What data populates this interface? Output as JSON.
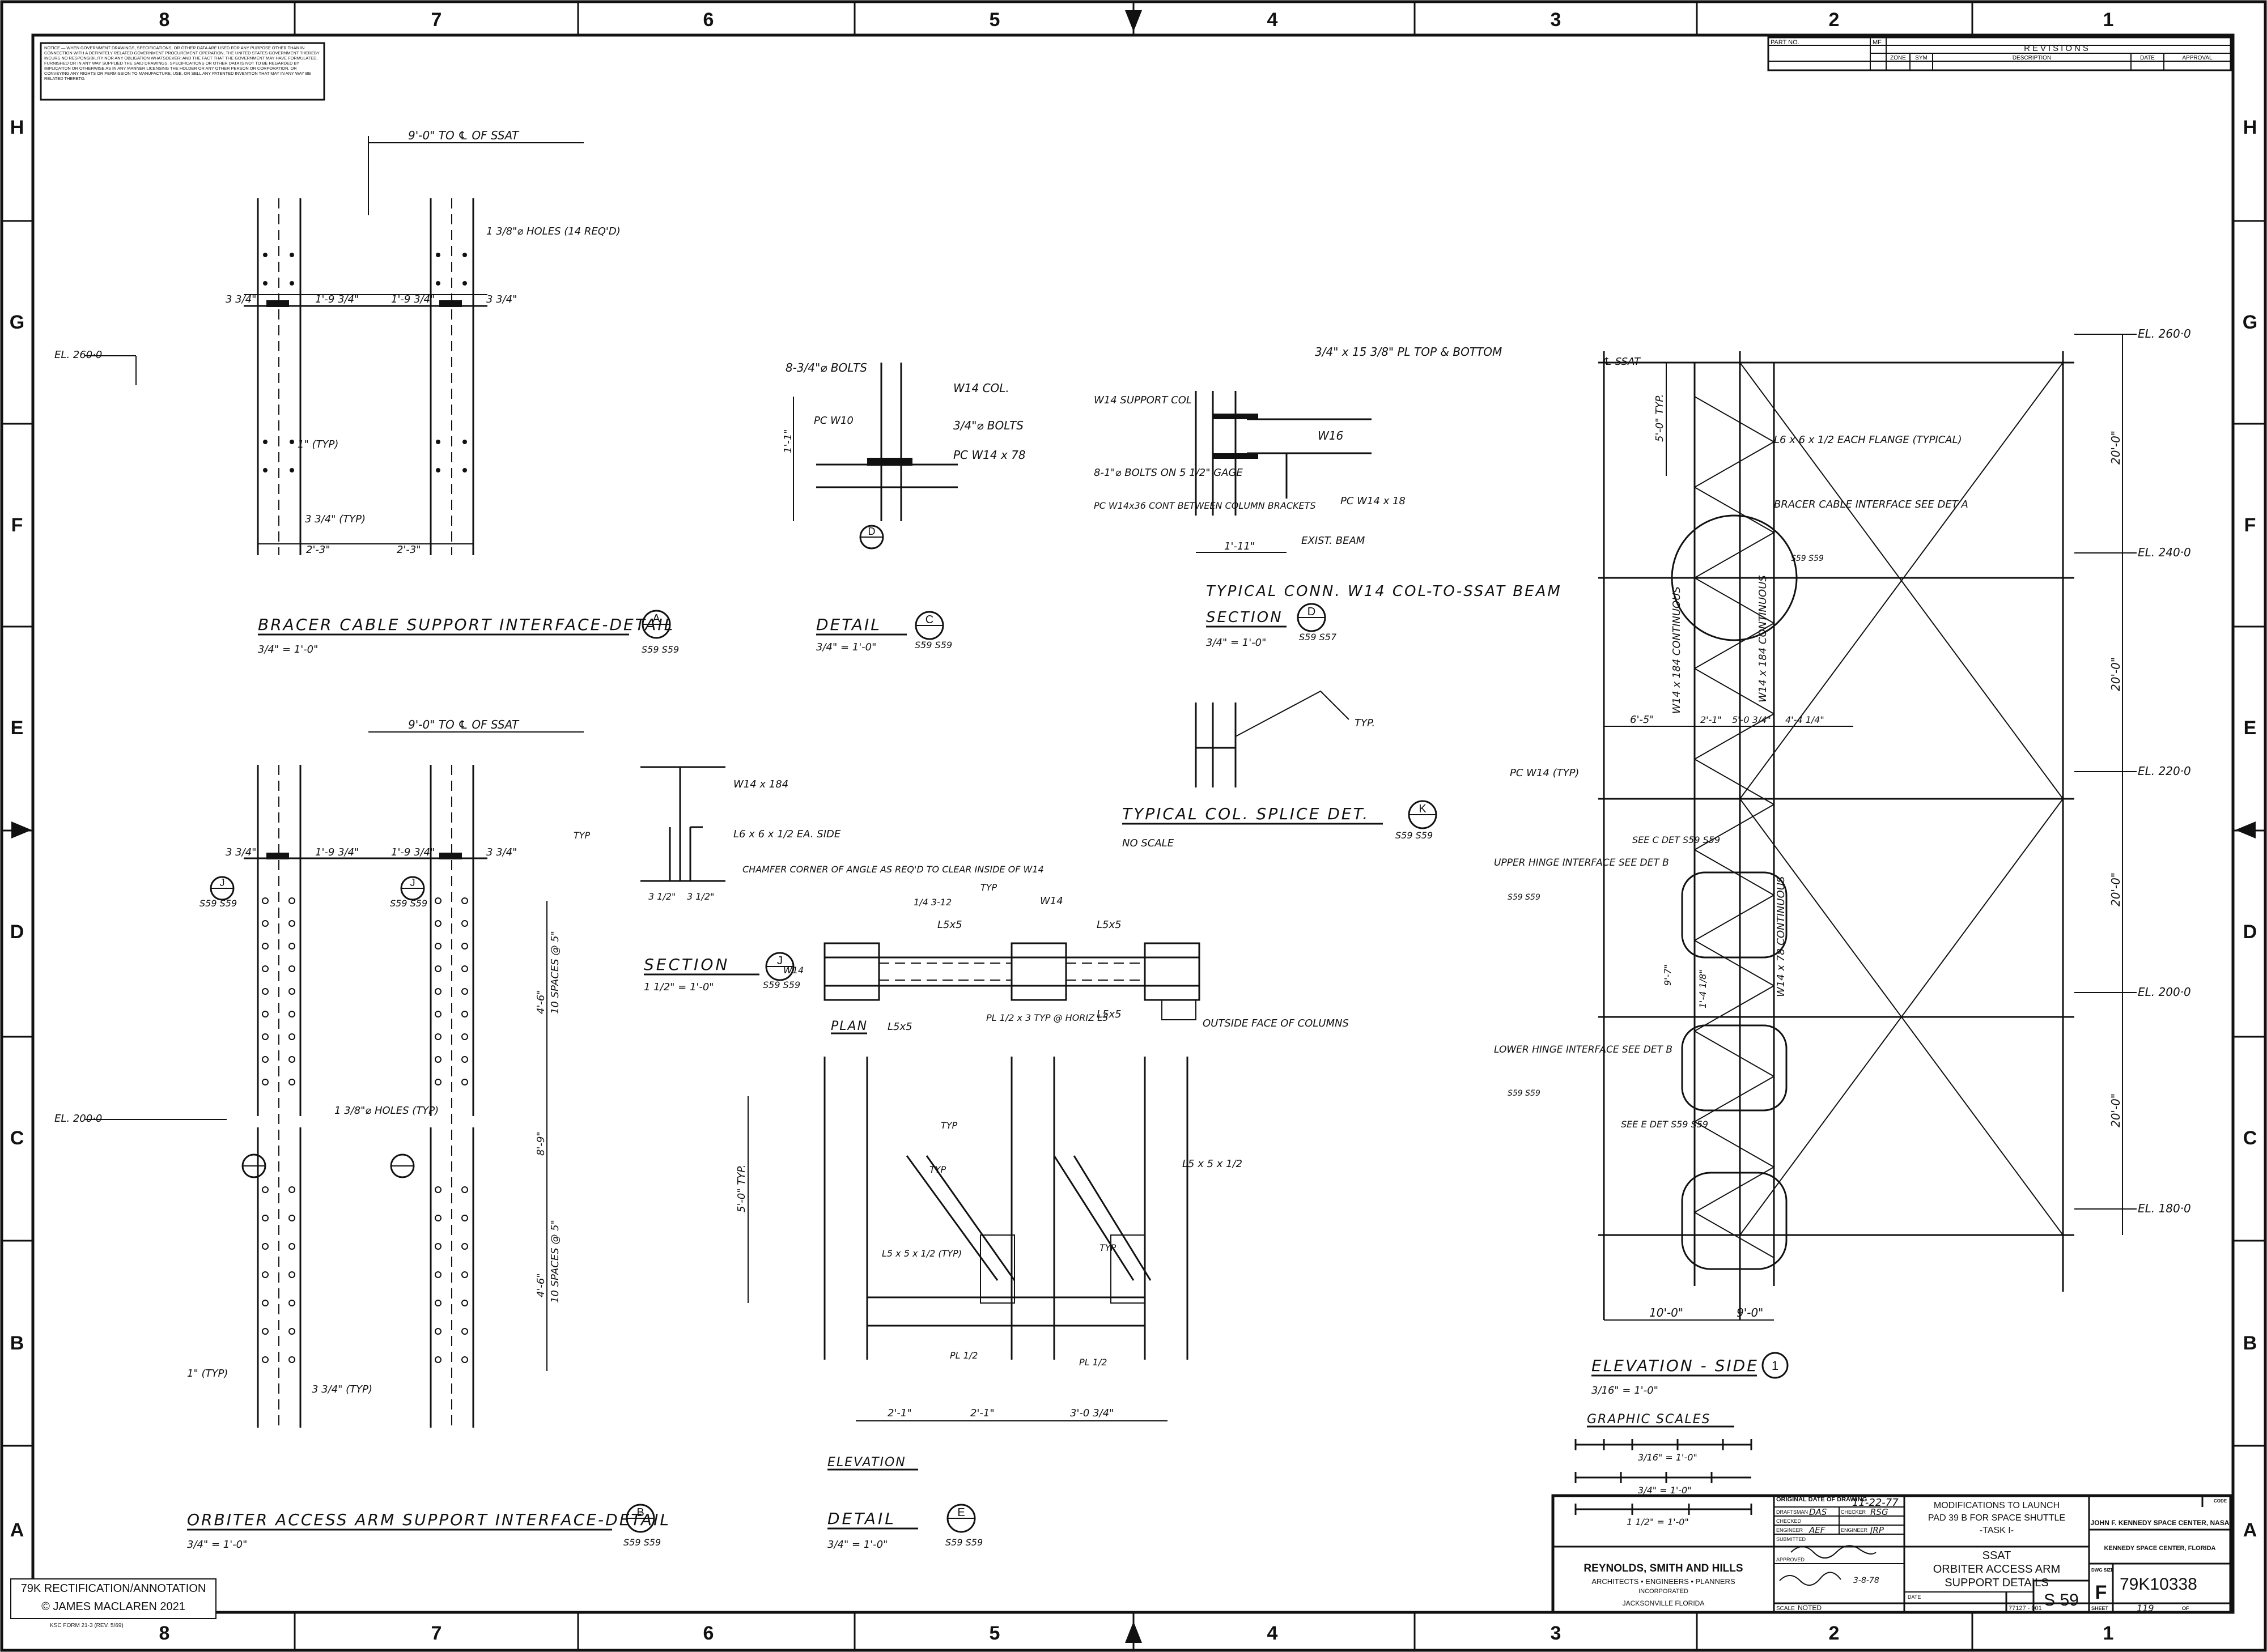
{
  "notice": "NOTICE — WHEN GOVERNMENT DRAWINGS, SPECIFICATIONS, OR OTHER DATA ARE USED FOR ANY PURPOSE OTHER THAN IN CONNECTION WITH A DEFINITELY RELATED GOVERNMENT PROCUREMENT OPERATION, THE UNITED STATES GOVERNMENT THEREBY INCURS NO RESPONSIBILITY NOR ANY OBLIGATION WHATSOEVER; AND THE FACT THAT THE GOVERNMENT MAY HAVE FORMULATED, FURNISHED OR IN ANY WAY SUPPLIED THE SAID DRAWINGS, SPECIFICATIONS OR OTHER DATA IS NOT TO BE REGARDED BY IMPLICATION OR OTHERWISE AS IN ANY MANNER LICENSING THE HOLDER OR ANY OTHER PERSON OR CORPORATION, OR CONVEYING ANY RIGHTS OR PERMISSION TO MANUFACTURE, USE, OR SELL ANY PATENTED INVENTION THAT MAY IN ANY WAY BE RELATED THERETO.",
  "zones": {
    "columns": [
      "8",
      "7",
      "6",
      "5",
      "4",
      "3",
      "2",
      "1"
    ],
    "rows": [
      "H",
      "G",
      "F",
      "E",
      "D",
      "C",
      "B",
      "A"
    ]
  },
  "revisions": {
    "part_no": "PART NO.",
    "mf": "MF",
    "title": "REVISIONS",
    "headers": [
      "ZONE",
      "SYM",
      "DESCRIPTION",
      "DATE",
      "APPROVAL"
    ]
  },
  "details": {
    "detail_a": {
      "dim_top": "9'-0\" TO ℄ OF SSAT",
      "holes": "1 3/8\"⌀ HOLES (14 REQ'D)",
      "d1": "3 3/4\"",
      "d2": "1'-9 3/4\"",
      "d3": "1'-9 3/4\"",
      "d4": "3 3/4\"",
      "el": "EL. 260·0",
      "typ1": "1\" (TYP)",
      "typ2": "3 3/4\" (TYP)",
      "d5": "2'-3\"",
      "d6": "2'-3\"",
      "title": "BRACER CABLE SUPPORT INTERFACE-DETAIL",
      "sym": "A",
      "scale": "3/4\" = 1'-0\"",
      "ref": "S59 S59"
    },
    "detail_b": {
      "dim_top": "9'-0\" TO ℄ OF SSAT",
      "d1": "3 3/4\"",
      "d2": "1'-9 3/4\"",
      "d3": "1'-9 3/4\"",
      "d4": "3 3/4\"",
      "sym_j1": "J",
      "sym_j2": "J",
      "ref_j": "S59 S59",
      "el": "EL. 200·0",
      "d5": "4'-6\"",
      "d6": "10 SPACES @ 5\"",
      "d7": "8'-9\"",
      "d8": "4'-6\"",
      "d9": "10 SPACES @ 5\"",
      "note1": "1 3/8\"⌀ HOLES (TYP)",
      "typ": "1\" (TYP)",
      "typ2": "3 3/4\" (TYP)",
      "title": "ORBITER ACCESS ARM SUPPORT INTERFACE-DETAIL",
      "sym": "B",
      "scale": "3/4\" = 1'-0\"",
      "ref": "S59 S59"
    },
    "detail_c": {
      "bolts": "8-3/4\"⌀ BOLTS",
      "pc1": "PC W10",
      "col": "W14 COL.",
      "bolts2": "3/4\"⌀ BOLTS",
      "pc2": "PC W14 x 78",
      "dim": "1'-1\"",
      "sym_d": "D",
      "title": "DETAIL",
      "sym": "C",
      "scale": "3/4\" = 1'-0\"",
      "ref": "S59 S59"
    },
    "section_d": {
      "plate": "3/4\" x 15 3/8\" PL TOP & BOTTOM",
      "w14": "W14 SUPPORT COL",
      "w16": "W16",
      "bolts": "8-1\"⌀ BOLTS ON 5 1/2\" GAGE",
      "pc1": "PC W14x36 CONT BETWEEN COLUMN BRACKETS",
      "pc2": "PC W14 x 18",
      "exist": "EXIST. BEAM",
      "dim": "1'-11\"",
      "caption": "TYPICAL CONN. W14 COL-TO-SSAT BEAM",
      "title": "SECTION",
      "sym": "D",
      "scale": "3/4\" = 1'-0\"",
      "ref": "S59 S57"
    },
    "splice": {
      "typ": "TYP.",
      "title": "TYPICAL COL. SPLICE DET.",
      "sym": "K",
      "scale": "NO SCALE",
      "ref": "S59 S59"
    },
    "section_j": {
      "w14x184": "W14 x 184",
      "angle": "L6 x 6 x 1/2 EA. SIDE",
      "chamfer": "CHAMFER CORNER OF ANGLE AS REQ'D TO CLEAR INSIDE OF W14",
      "typ": "TYP",
      "d1": "3 1/2\"",
      "d2": "3 1/2\"",
      "title": "SECTION",
      "sym": "J",
      "scale": "1 1/2\" = 1'-0\"",
      "ref": "S59 S59"
    },
    "detail_e": {
      "plan": "PLAN",
      "l5x5a": "L5x5",
      "l5x5b": "L5x5",
      "l5x5c": "L5x5",
      "l5x5d": "L5x5",
      "w14a": "W14",
      "w14b": "W14",
      "pl": "PL 1/2 x 3 TYP @ HORIZ L5",
      "weld": "1/4  3-12",
      "typ1": "TYP",
      "outside": "OUTSIDE FACE OF COLUMNS",
      "dim_51": "5'-0\" TYP.",
      "l556": "L5 x 5 x 1/2",
      "l556b": "L5 x 5 x 1/2 (TYP)",
      "typ2": "TYP",
      "typ3": "TYP",
      "typ4": "TYP",
      "pl2": "PL 1/2",
      "pl3": "PL 1/2",
      "d1": "2'-1\"",
      "d2": "2'-1\"",
      "d3": "3'-0 3/4\"",
      "elev": "ELEVATION",
      "title": "DETAIL",
      "sym": "E",
      "scale": "3/4\" = 1'-0\"",
      "ref": "S59 S59"
    },
    "elevation": {
      "ssat": "℄ SSAT",
      "el260": "EL. 260·0",
      "el240": "EL. 240·0",
      "el220": "EL. 220·0",
      "el200": "EL. 200·0",
      "el180": "EL. 180·0",
      "d20a": "20'-0\"",
      "d20b": "20'-0\"",
      "d20c": "20'-0\"",
      "d20d": "20'-0\"",
      "d5typ": "5'-0\" TYP.",
      "angle": "L6 x 6 x 1/2 EACH FLANGE (TYPICAL)",
      "bracer": "BRACER CABLE INTERFACE SEE DET A",
      "bracer_ref": "S59 S59",
      "cont1": "W14 x 184 CONTINUOUS",
      "cont2": "W14 x 184 CONTINUOUS",
      "cont3": "W14 x 78 CONTINUOUS",
      "d65": "6'-5\"",
      "d21": "2'-1\"",
      "d51": "5'-0 3/4\"",
      "d44": "4'-4 1/4\"",
      "pc": "PC W14 (TYP)",
      "see_c": "SEE C DET S59 S59",
      "upper": "UPPER HINGE INTERFACE SEE DET B",
      "upper_ref": "S59 S59",
      "d97": "9'-7\"",
      "d144": "1'-4 1/8\"",
      "lower": "LOWER HINGE INTERFACE SEE DET B",
      "lower_ref": "S59 S59",
      "see_e": "SEE E DET S59 S59",
      "d10": "10'-0\"",
      "d9": "9'-0\"",
      "title": "ELEVATION - SIDE",
      "sym": "1",
      "scale": "3/16\" = 1'-0\""
    },
    "graphic_scales": {
      "title": "GRAPHIC SCALES",
      "s1": "3/16\" = 1'-0\"",
      "s2": "3/4\" = 1'-0\"",
      "s3": "1 1/2\" = 1'-0\""
    }
  },
  "title_block": {
    "orig_label": "ORIGINAL DATE OF DRAWING",
    "orig_date": "11-22-77",
    "drawn_label": "DRAFTSMAN",
    "drawn_val": "DAS",
    "checked_label": "CHECKER",
    "checked_val": "RSG",
    "checker_label": "CHECKED",
    "engineer_label": "ENGINEER",
    "engineer_val": "AEF",
    "eng_checked": "ENGINEER",
    "eng_checked_val": "JRP",
    "submitted_label": "SUBMITTED",
    "approved_label": "APPROVED",
    "approved_date": "3-8-78",
    "project_line1": "MODIFICATIONS TO LAUNCH",
    "project_line2": "PAD 39 B  FOR SPACE SHUTTLE",
    "project_line3": "-TASK I-",
    "sheet_title1": "SSAT",
    "sheet_title2": "ORBITER ACCESS ARM",
    "sheet_title3": "SUPPORT DETAILS",
    "date_label": "DATE",
    "firm": "REYNOLDS, SMITH AND HILLS",
    "firm_sub": "ARCHITECTS • ENGINEERS • PLANNERS",
    "firm_inc": "INCORPORATED",
    "firm_loc": "JACKSONVILLE  FLORIDA",
    "scale_label": "SCALE",
    "scale_val": "NOTED",
    "job": "77127 - 001",
    "sheet_no": "S 59",
    "agency1": "JOHN F. KENNEDY SPACE CENTER, NASA",
    "agency2": "KENNEDY SPACE CENTER, FLORIDA",
    "dwg_size_label": "DWG SIZE",
    "dwg_size": "F",
    "dwg_no": "79K10338",
    "code_label": "CODE",
    "sheet_label": "SHEET",
    "sheet_val": "119",
    "of_label": "OF"
  },
  "form_no": "KSC FORM 21-3 (REV. 5/69)",
  "overlay": {
    "line1": "79K RECTIFICATION/ANNOTATION",
    "line2": "© JAMES MACLAREN 2021"
  }
}
